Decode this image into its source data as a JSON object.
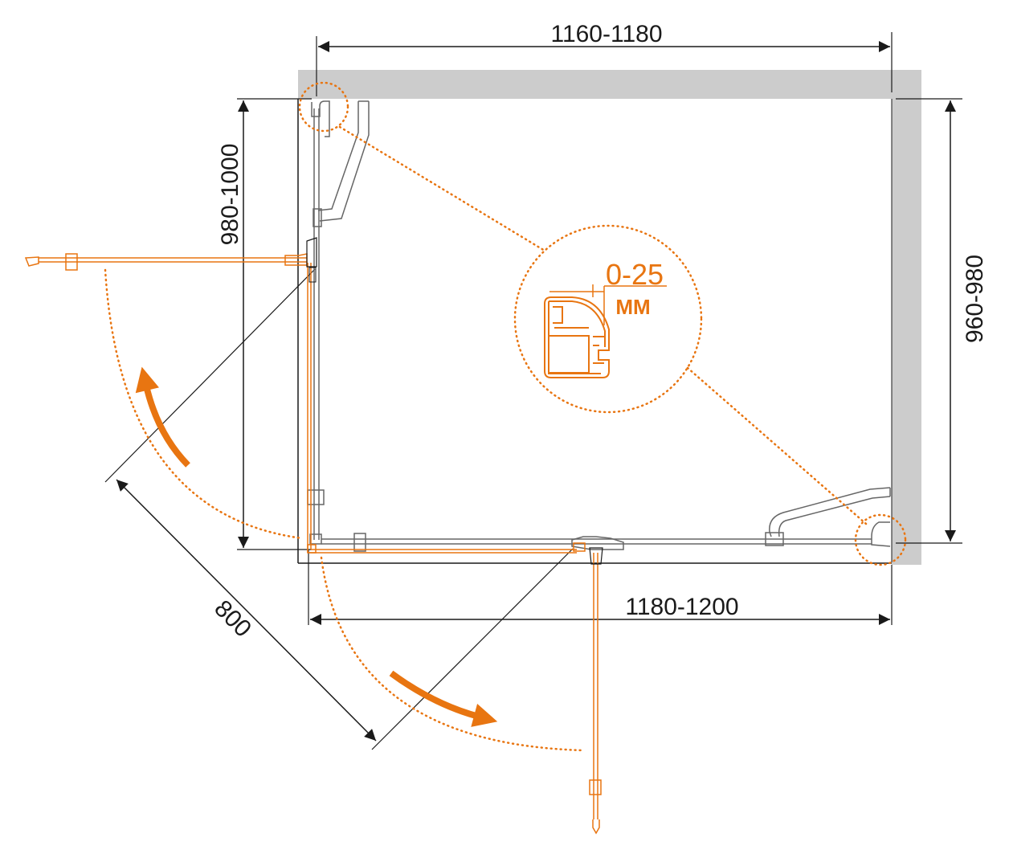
{
  "dimensions": {
    "top_width": "1160-1180",
    "bottom_width": "1180-1200",
    "left_depth": "980-1000",
    "right_depth": "960-980",
    "door_width": "800"
  },
  "detail": {
    "adjustment": "0-25",
    "unit": "MM"
  },
  "colors": {
    "wall": "#cccccc",
    "line": "#1a1a1a",
    "accent": "#e87511",
    "profile": "#666666"
  }
}
